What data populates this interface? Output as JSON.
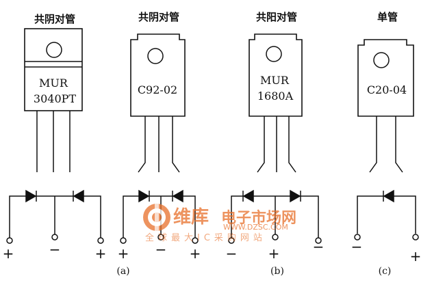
{
  "titles": {
    "a_title": "共阴对管",
    "b_title": "共阴对管",
    "c_title": "共阳对管",
    "d_title": "单管"
  },
  "parts": {
    "a_line1": "MUR",
    "a_line2": "3040PT",
    "b_line1": "C92-02",
    "c_line1": "MUR",
    "c_line2": "1680A",
    "d_line1": "C20-04"
  },
  "signs": {
    "a": [
      "+",
      "−",
      "+"
    ],
    "b": [
      "+",
      "−",
      "+"
    ],
    "c": [
      "−",
      "+",
      "−"
    ],
    "d": [
      "−",
      "+"
    ]
  },
  "captions": {
    "a": "(a)",
    "b": "(b)",
    "c": "(c)"
  },
  "watermark": {
    "brand": "维库",
    "site": "电子市场网",
    "url": "WWW.DZSC.COM",
    "slogan": "全球最大IC采购网站",
    "color": "#e8702a"
  }
}
